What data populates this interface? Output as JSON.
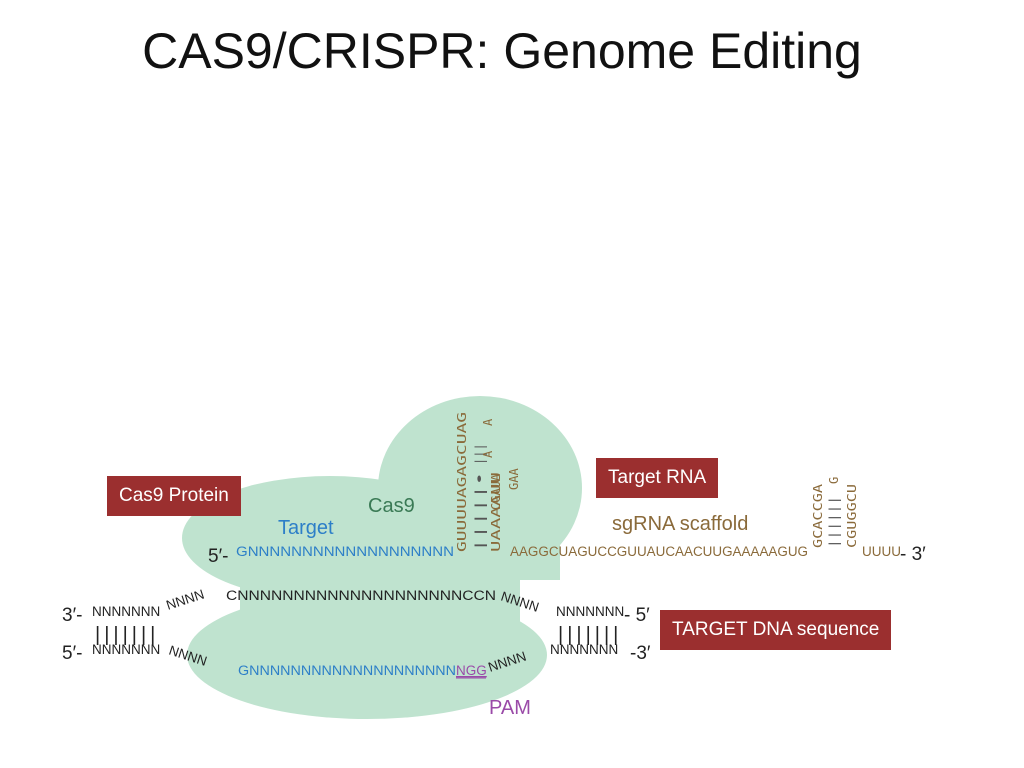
{
  "title": "CAS9/CRISPR: Genome Editing",
  "callouts": {
    "cas9_protein": "Cas9 Protein",
    "target_rna": "Target RNA",
    "target_dna": "TARGET DNA sequence"
  },
  "diagram": {
    "labels": {
      "cas9": "Cas9",
      "target": "Target",
      "sgrna_scaffold": "sgRNA scaffold",
      "pam": "PAM"
    },
    "sgrna": {
      "five_prime": "5′-",
      "guide": "GNNNNNNNNNNNNNNNNNNN",
      "linker": "AAGGCUAGUCCGUUAUCAACUUGAAAAAGUG",
      "tail": "UUUU",
      "three_prime": "- 3′",
      "stem1_left": "GUUUUAGAGCUAG",
      "stem1_right": "UAAAAUU",
      "stem1_loop_left": "A",
      "stem1_loop_right": "CGAUA",
      "stem1_loop_bottom": "GAA",
      "stem2_left": "GCACCGA",
      "stem2_right": "CGUGGCU",
      "stem2_loop": "G",
      "pair_marks": "|||||•",
      "pair_marks_short": "|||",
      "pair_marks_stem2": "||||||"
    },
    "dna_top": {
      "three_prime": "3′-",
      "left_flank": "NNNNNNN",
      "left_wave": "NNNN",
      "protospacer": "CNNNNNNNNNNNNNNNNNNNNCCN",
      "right_wave": "NNNN",
      "right_flank": "NNNNNNN",
      "five_prime": "- 5′"
    },
    "dna_bottom": {
      "five_prime": "5′-",
      "left_flank": "NNNNNNN",
      "left_wave": "NNNN",
      "protospacer": "GNNNNNNNNNNNNNNNNNNNN",
      "pam_seq": "NGG",
      "right_wave": "NNNN",
      "right_flank": "NNNNNNN",
      "three_prime": "-3′"
    },
    "base_pairs": "|||||||"
  },
  "colors": {
    "cas9_fill": "#bfe3cf",
    "guide_blue": "#2d7fc8",
    "scaffold_brown": "#8a6a3a",
    "pam_purple": "#9a4aa8",
    "dna_black": "#222222",
    "callout_red": "#9b2f2f"
  }
}
